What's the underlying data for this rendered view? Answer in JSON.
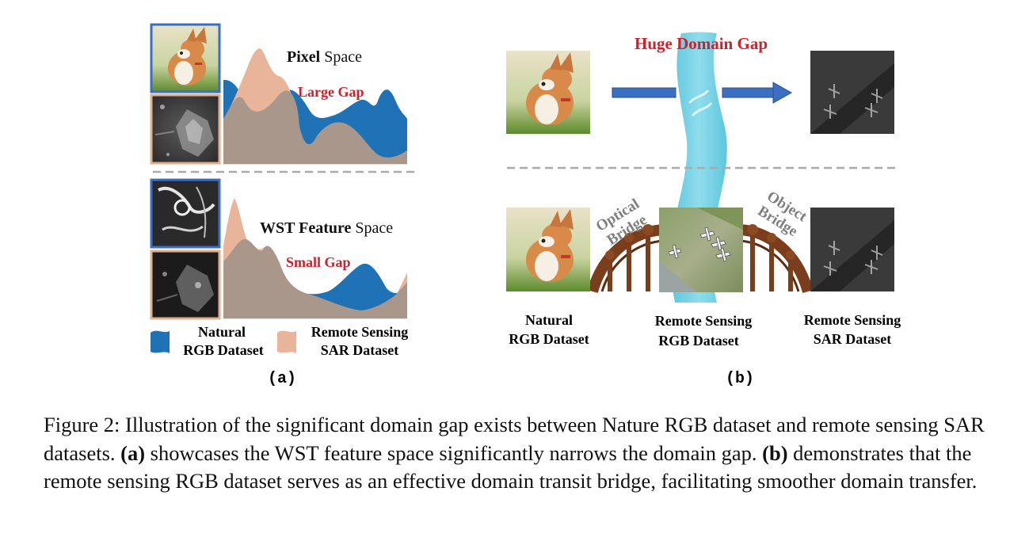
{
  "panel_a": {
    "pixel_title_bold": "Pixel",
    "pixel_title_rest": " Space",
    "large_gap": "Large Gap",
    "wst_title_bold": "WST Feature",
    "wst_title_rest": " Space",
    "small_gap": "Small Gap",
    "legend_natural_line1": "Natural",
    "legend_natural_line2": "RGB Dataset",
    "legend_remote_line1": "Remote Sensing",
    "legend_remote_line2": "SAR Dataset",
    "sublabel": "(a)"
  },
  "panel_b": {
    "huge_gap": "Huge Domain Gap",
    "optical_line1": "Optical",
    "optical_line2": "Bridge",
    "object_line1": "Object",
    "object_line2": "Bridge",
    "col1_line1": "Natural",
    "col1_line2": "RGB Dataset",
    "col2_line1": "Remote Sensing",
    "col2_line2": "RGB Dataset",
    "col3_line1": "Remote Sensing",
    "col3_line2": "SAR Dataset",
    "sublabel": "(b)"
  },
  "caption": {
    "prefix": "Figure 2:  Illustration of the significant domain gap exists between Nature RGB dataset and remote sensing SAR datasets. ",
    "a_label": "(a)",
    "a_text": " showcases the WST feature space significantly narrows the domain gap. ",
    "b_label": "(b)",
    "b_text": " demonstrates that the remote sensing RGB dataset serves as an effective domain transit bridge, facilitating smoother domain transfer."
  },
  "colors": {
    "natural_blue": "#1f72b6",
    "remote_peach": "#e8b49a",
    "overlap": "#a8978a",
    "gap_red": "#d2202a",
    "river": "#6ed0e4",
    "bridge": "#7a3e1d",
    "arrow": "#3a6fc4",
    "dashed": "#aaaaaa",
    "frame_blue": "#3a6fc4",
    "frame_peach": "#e0b08e"
  }
}
